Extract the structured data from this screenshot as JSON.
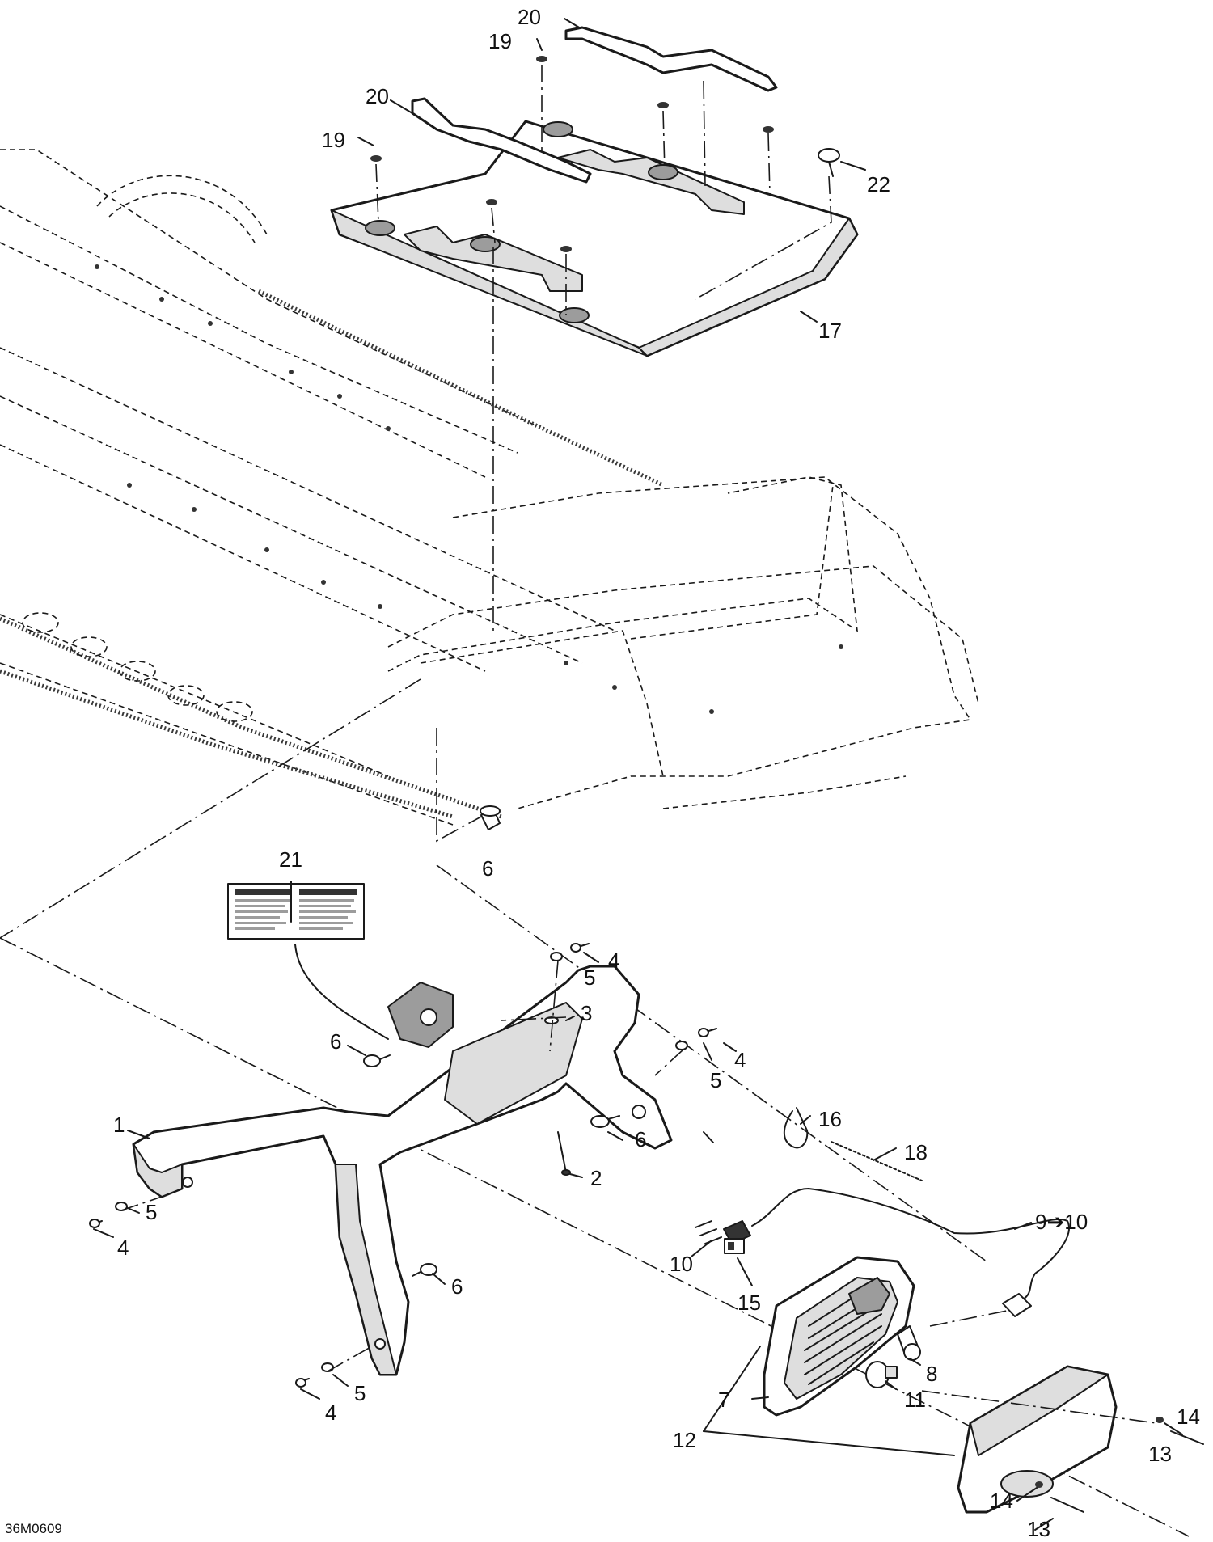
{
  "reference_code": "36M0609",
  "callouts": [
    {
      "id": "c20a",
      "text": "20"
    },
    {
      "id": "c19a",
      "text": "19"
    },
    {
      "id": "c20b",
      "text": "20"
    },
    {
      "id": "c19b",
      "text": "19"
    },
    {
      "id": "c22",
      "text": "22"
    },
    {
      "id": "c17",
      "text": "17"
    },
    {
      "id": "c6a",
      "text": "6"
    },
    {
      "id": "c21",
      "text": "21"
    },
    {
      "id": "c4a",
      "text": "4"
    },
    {
      "id": "c5a",
      "text": "5"
    },
    {
      "id": "c6b",
      "text": "6"
    },
    {
      "id": "c4b",
      "text": "4"
    },
    {
      "id": "c5b",
      "text": "5"
    },
    {
      "id": "c3",
      "text": "3"
    },
    {
      "id": "c6c",
      "text": "6"
    },
    {
      "id": "c2",
      "text": "2"
    },
    {
      "id": "c1",
      "text": "1"
    },
    {
      "id": "c5c",
      "text": "5"
    },
    {
      "id": "c4c",
      "text": "4"
    },
    {
      "id": "c6d",
      "text": "6"
    },
    {
      "id": "c5d",
      "text": "5"
    },
    {
      "id": "c4d",
      "text": "4"
    },
    {
      "id": "c16",
      "text": "16"
    },
    {
      "id": "c18",
      "text": "18"
    },
    {
      "id": "c9",
      "text": "9➔10"
    },
    {
      "id": "c10",
      "text": "10"
    },
    {
      "id": "c15",
      "text": "15"
    },
    {
      "id": "c8",
      "text": "8"
    },
    {
      "id": "c7",
      "text": "7"
    },
    {
      "id": "c11",
      "text": "11"
    },
    {
      "id": "c14a",
      "text": "14"
    },
    {
      "id": "c13a",
      "text": "13"
    },
    {
      "id": "c12",
      "text": "12"
    },
    {
      "id": "c14b",
      "text": "14"
    },
    {
      "id": "c13b",
      "text": "13"
    }
  ]
}
